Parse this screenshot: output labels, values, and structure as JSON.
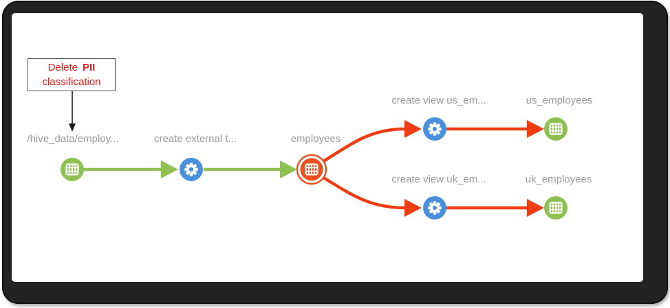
{
  "diagram": {
    "annotation": {
      "label_regular": "Delete",
      "label_bold": "PII",
      "label_line2": "classification"
    },
    "nodes": [
      {
        "id": "hive-data-dir",
        "label": "/hive_data/employ...",
        "kind": "dataset",
        "icon": "table-icon"
      },
      {
        "id": "create-external-table-op",
        "label": "create external t...",
        "kind": "operation",
        "icon": "gear-icon"
      },
      {
        "id": "employees-table",
        "label": "employees",
        "kind": "dataset",
        "icon": "table-icon",
        "selected": true
      },
      {
        "id": "create-view-us-op",
        "label": "create view us_em...",
        "kind": "operation",
        "icon": "gear-icon"
      },
      {
        "id": "us-employees-table",
        "label": "us_employees",
        "kind": "dataset",
        "icon": "table-icon"
      },
      {
        "id": "create-view-uk-op",
        "label": "create view uk_em...",
        "kind": "operation",
        "icon": "gear-icon"
      },
      {
        "id": "uk-employees-table",
        "label": "uk_employees",
        "kind": "dataset",
        "icon": "table-icon"
      }
    ],
    "edges": [
      {
        "from": "hive-data-dir",
        "to": "create-external-table-op",
        "color": "green"
      },
      {
        "from": "create-external-table-op",
        "to": "employees-table",
        "color": "green"
      },
      {
        "from": "employees-table",
        "to": "create-view-us-op",
        "color": "red"
      },
      {
        "from": "create-view-us-op",
        "to": "us-employees-table",
        "color": "red"
      },
      {
        "from": "employees-table",
        "to": "create-view-uk-op",
        "color": "red"
      },
      {
        "from": "create-view-uk-op",
        "to": "uk-employees-table",
        "color": "red"
      }
    ],
    "colors": {
      "dataset_green": "#8EC152",
      "operation_blue": "#4A8FDB",
      "selected_orange": "#E8501F",
      "edge_green": "#8EC152",
      "edge_red": "#EE3D12",
      "label_gray": "#9A9A9A",
      "annotation_red": "#E81C1C",
      "frame_dark": "#232323"
    }
  }
}
